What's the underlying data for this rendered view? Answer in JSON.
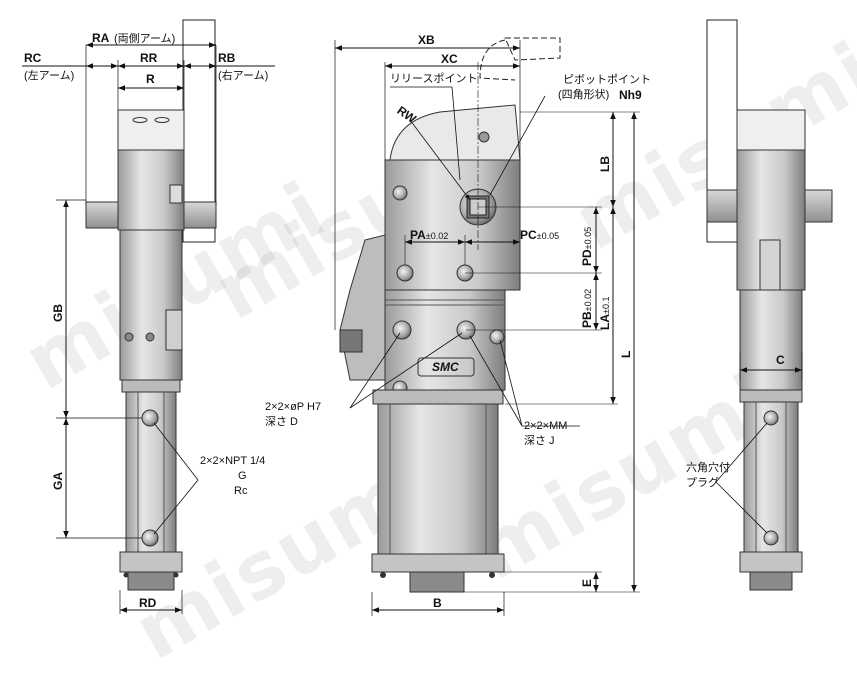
{
  "watermark": "misumi",
  "logo": "SMC",
  "left_view": {
    "RA": "RA",
    "RA_note": "(両側アーム)",
    "RC": "RC",
    "RC_note": "(左アーム)",
    "RR": "RR",
    "RB": "RB",
    "RB_note": "(右アーム)",
    "R": "R",
    "GB": "GB",
    "GA": "GA",
    "RD": "RD",
    "port_line1": "2×2×NPT 1/4",
    "port_line2": "G",
    "port_line3": "Rc"
  },
  "center_view": {
    "XB": "XB",
    "XC": "XC",
    "release_point": "リリースポイント",
    "pivot_point": "ピボットポイント",
    "pivot_note": "(四角形状)",
    "Nh9": "Nh9",
    "RW": "RW",
    "PA": "PA",
    "PA_tol": "±0.02",
    "PC": "PC",
    "PC_tol": "±0.05",
    "PD": "PD",
    "PD_tol": "±0.05",
    "PB": "PB",
    "PB_tol": "±0.02",
    "LA": "LA",
    "LA_tol": "±0.1",
    "LB": "LB",
    "L": "L",
    "E": "E",
    "B": "B",
    "hole_line1": "2×2×øP H7",
    "hole_line2": "深さ D",
    "mm_line1": "2×2×MM",
    "mm_line2": "深さ J"
  },
  "right_view": {
    "C": "C",
    "plug_line1": "六角穴付",
    "plug_line2": "プラグ"
  }
}
